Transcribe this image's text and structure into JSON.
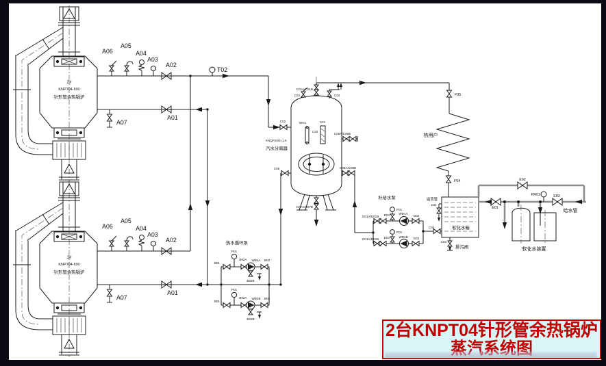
{
  "title_block": {
    "line1": "2台KNPT04针形管余热锅炉",
    "line2": "蒸汽系统图"
  },
  "boilers": {
    "top_number": "2#",
    "bottom_number": "1#",
    "model": "KNPT04-500",
    "type_name": "针形管余热锅炉"
  },
  "boiler_valves": {
    "a01": "A01",
    "a02": "A02",
    "a03": "A03",
    "a04": "A04",
    "a05": "A05",
    "a06": "A06",
    "a07": "A07"
  },
  "instruments": {
    "t02": "T02",
    "pr01": "PR01",
    "p01": "P01"
  },
  "separator": {
    "model": "KNQF02Φ=1.5",
    "name": "汽水分离器",
    "c01ab": "C01A/C01B",
    "c02": "C02",
    "c03": "C03",
    "c04": "C04",
    "c05ab": "C05A/C05B",
    "c06ab": "C06A/C06B",
    "c07ab": "C07A/C07B",
    "c08": "C08",
    "wg1": "WG1",
    "c20": "C20",
    "c21": "C21"
  },
  "heat_user": {
    "name": "热用户",
    "f05": "F05",
    "f04": "F04"
  },
  "circulation_pumps": {
    "title": "热水循环泵",
    "b01": "B01",
    "b02a": "B02A",
    "b02b": "B02B",
    "b03": "B03",
    "wb2a": "WB2A",
    "wb2b": "WB2B"
  },
  "feed_pumps": {
    "title": "补给水泵",
    "d01ab": "D01A/D01B",
    "d02": "D02",
    "d03": "D03",
    "wd1a": "WD1A",
    "wd1b": "WD1B"
  },
  "soft_water_tank": {
    "name": "软化水箱",
    "overflow_pipe": "溢流管",
    "c01": "C01",
    "c02": "C02",
    "c03": "C03",
    "blowdown_valve": "排污阀"
  },
  "softener_unit": {
    "name": "软化水装置"
  },
  "feed_water_pipe": {
    "name": "给水管"
  },
  "valves_feed_line": {
    "e01": "E01",
    "e02": "E02",
    "e03": "E03"
  },
  "colors": {
    "title_text": "#c00000",
    "title_bg": "#d9f6f7",
    "pipe": "#1a1a1a",
    "water_pipe": "#8c8c8c",
    "frame": "#0a0a12"
  }
}
